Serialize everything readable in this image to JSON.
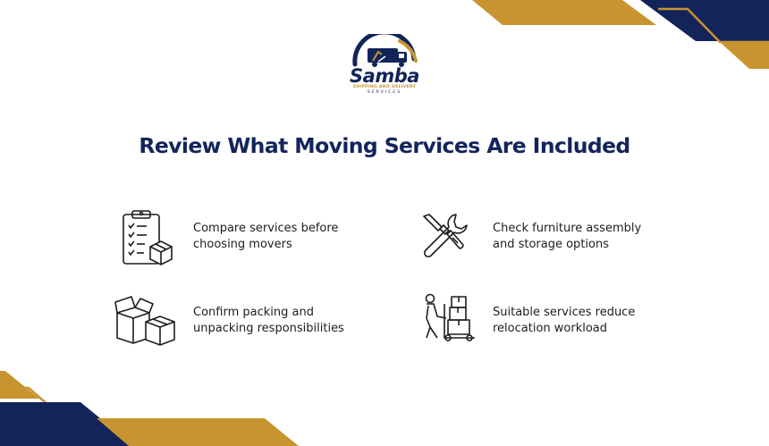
{
  "brand": {
    "name": "Samba",
    "tagline": "SHIPPING AND DELIVERY",
    "subline": "SERVICES"
  },
  "page": {
    "title": "Review What Moving Services Are Included"
  },
  "features": [
    {
      "icon": "clipboard-box-icon",
      "line1": "Compare services before",
      "line2": "choosing movers"
    },
    {
      "icon": "wrench-screwdriver-icon",
      "line1": "Check furniture assembly",
      "line2": "and storage options"
    },
    {
      "icon": "open-boxes-icon",
      "line1": "Confirm packing and",
      "line2": "unpacking responsibilities"
    },
    {
      "icon": "hand-truck-mover-icon",
      "line1": "Suitable services reduce",
      "line2": "relocation workload"
    }
  ],
  "colors": {
    "navy": "#12245a",
    "gold": "#c8942f",
    "text": "#1d1d1d",
    "background": "#ffffff"
  }
}
